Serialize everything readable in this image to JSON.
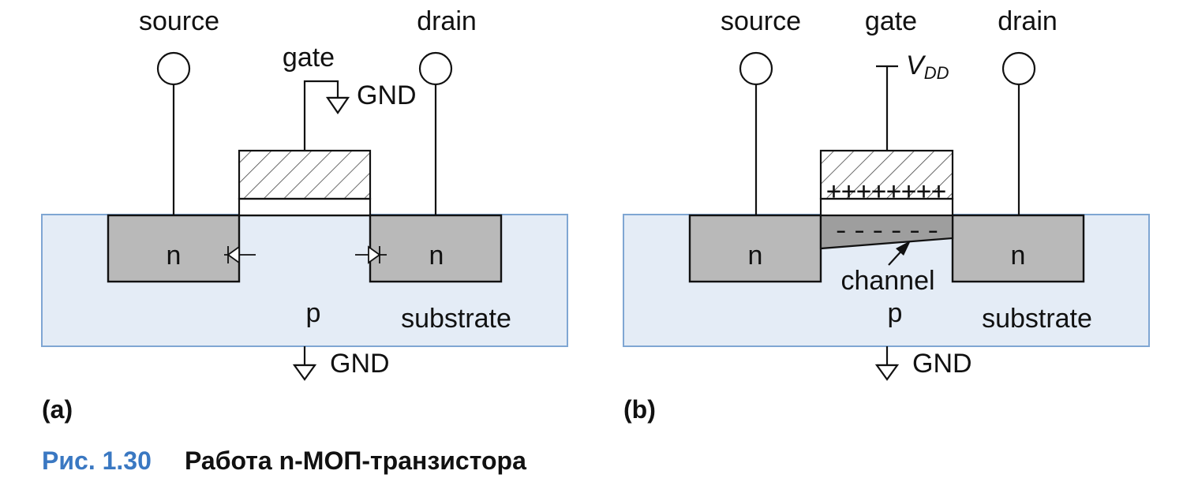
{
  "colors": {
    "substrate": "#e4ecf6",
    "substrate_border": "#7fa6d3",
    "diffusion": "#b9b9b9",
    "channel": "#9e9e9e",
    "caption_accent": "#3a78c2",
    "line": "#111111"
  },
  "panel_a": {
    "source_label": "source",
    "gate_label": "gate",
    "drain_label": "drain",
    "gate_ground_label": "GND",
    "left_region_label": "n",
    "right_region_label": "n",
    "body_label": "p",
    "substrate_label": "substrate",
    "substrate_ground_label": "GND",
    "panel_label": "(a)"
  },
  "panel_b": {
    "source_label": "source",
    "gate_label": "gate",
    "drain_label": "drain",
    "supply_label": "V",
    "supply_subscript": "DD",
    "gate_charge": "++++++++",
    "channel_charge": "------",
    "channel_label": "channel",
    "left_region_label": "n",
    "right_region_label": "n",
    "body_label": "p",
    "substrate_label": "substrate",
    "substrate_ground_label": "GND",
    "panel_label": "(b)"
  },
  "caption": {
    "number": "Рис. 1.30",
    "text": "Работа n-МОП-транзистора"
  }
}
